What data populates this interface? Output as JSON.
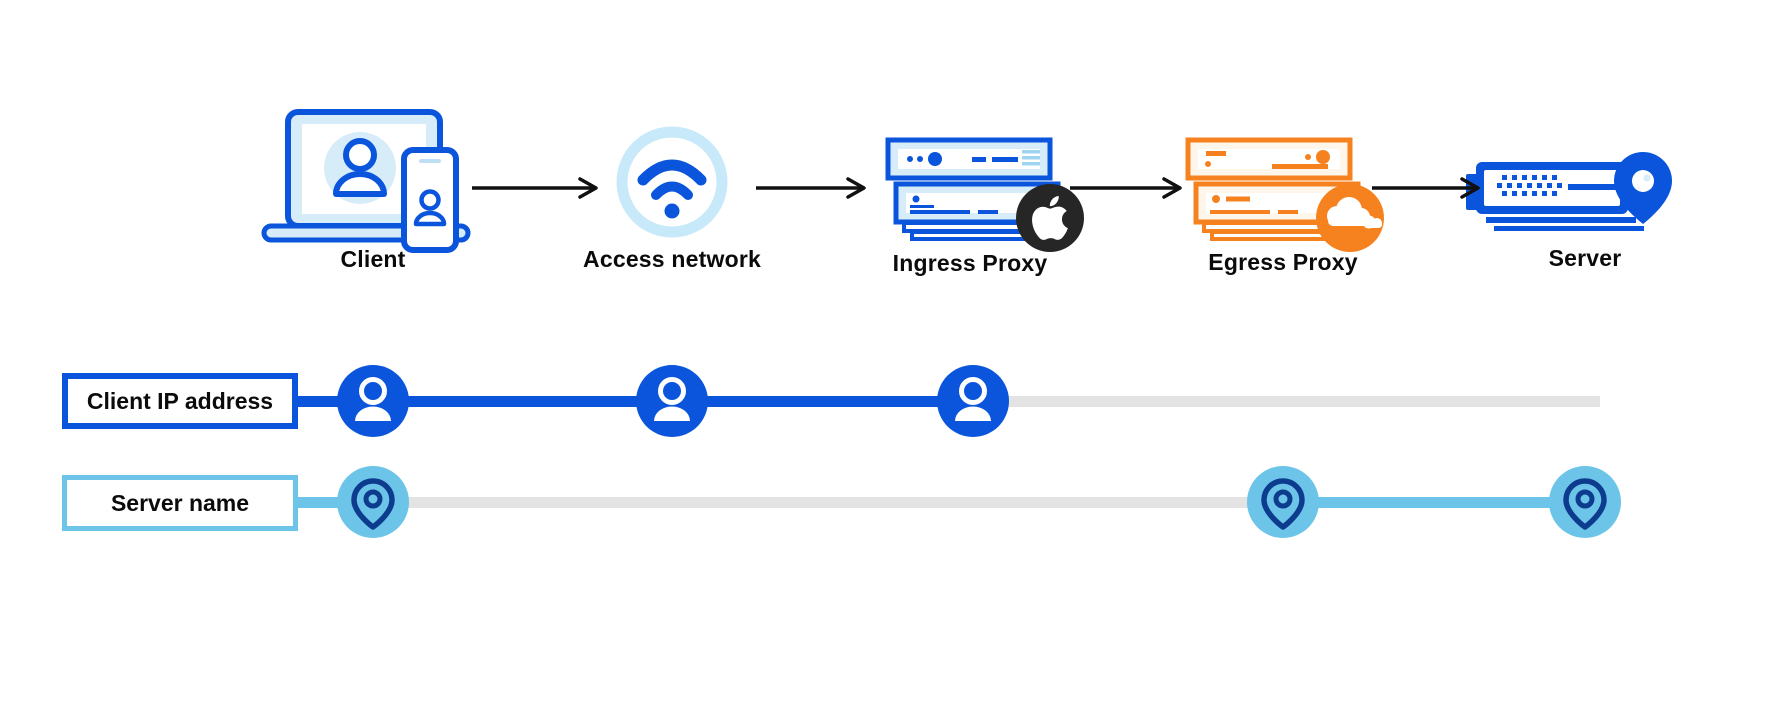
{
  "diagram_title": "",
  "colors": {
    "primary_blue": "#0A55DC",
    "light_blue": "#6CC5E9",
    "pale_ring_blue": "#C7E9F9",
    "pale_fill_blue": "#D6ECF8",
    "navy": "#0D3C8F",
    "orange": "#F6821F",
    "cream_fill": "#FEF6EA",
    "badge_black": "#262626",
    "track_gray": "#E3E3E3",
    "arrow_black": "#111111",
    "text": "#0B0B0B"
  },
  "flow": {
    "nodes": [
      {
        "label": "Client",
        "icon": "client-devices-icon"
      },
      {
        "label": "Access network",
        "icon": "wifi-icon"
      },
      {
        "label": "Ingress Proxy",
        "icon": "server-stack-icon",
        "badge": "apple-logo-icon"
      },
      {
        "label": "Egress Proxy",
        "icon": "server-stack-icon",
        "badge": "cloudflare-logo-icon"
      },
      {
        "label": "Server",
        "icon": "server-location-icon"
      }
    ]
  },
  "tracks": [
    {
      "label": "Client IP address",
      "marker_icon": "person-icon",
      "line_color": "#0A55DC",
      "visible_at": [
        "Client",
        "Access network",
        "Ingress Proxy"
      ],
      "hidden_after": "Ingress Proxy"
    },
    {
      "label": "Server name",
      "marker_icon": "location-pin-icon",
      "line_color": "#6CC5E9",
      "visible_at": [
        "Client",
        "Egress Proxy",
        "Server"
      ],
      "hidden_between": [
        "Client",
        "Egress Proxy"
      ]
    }
  ]
}
